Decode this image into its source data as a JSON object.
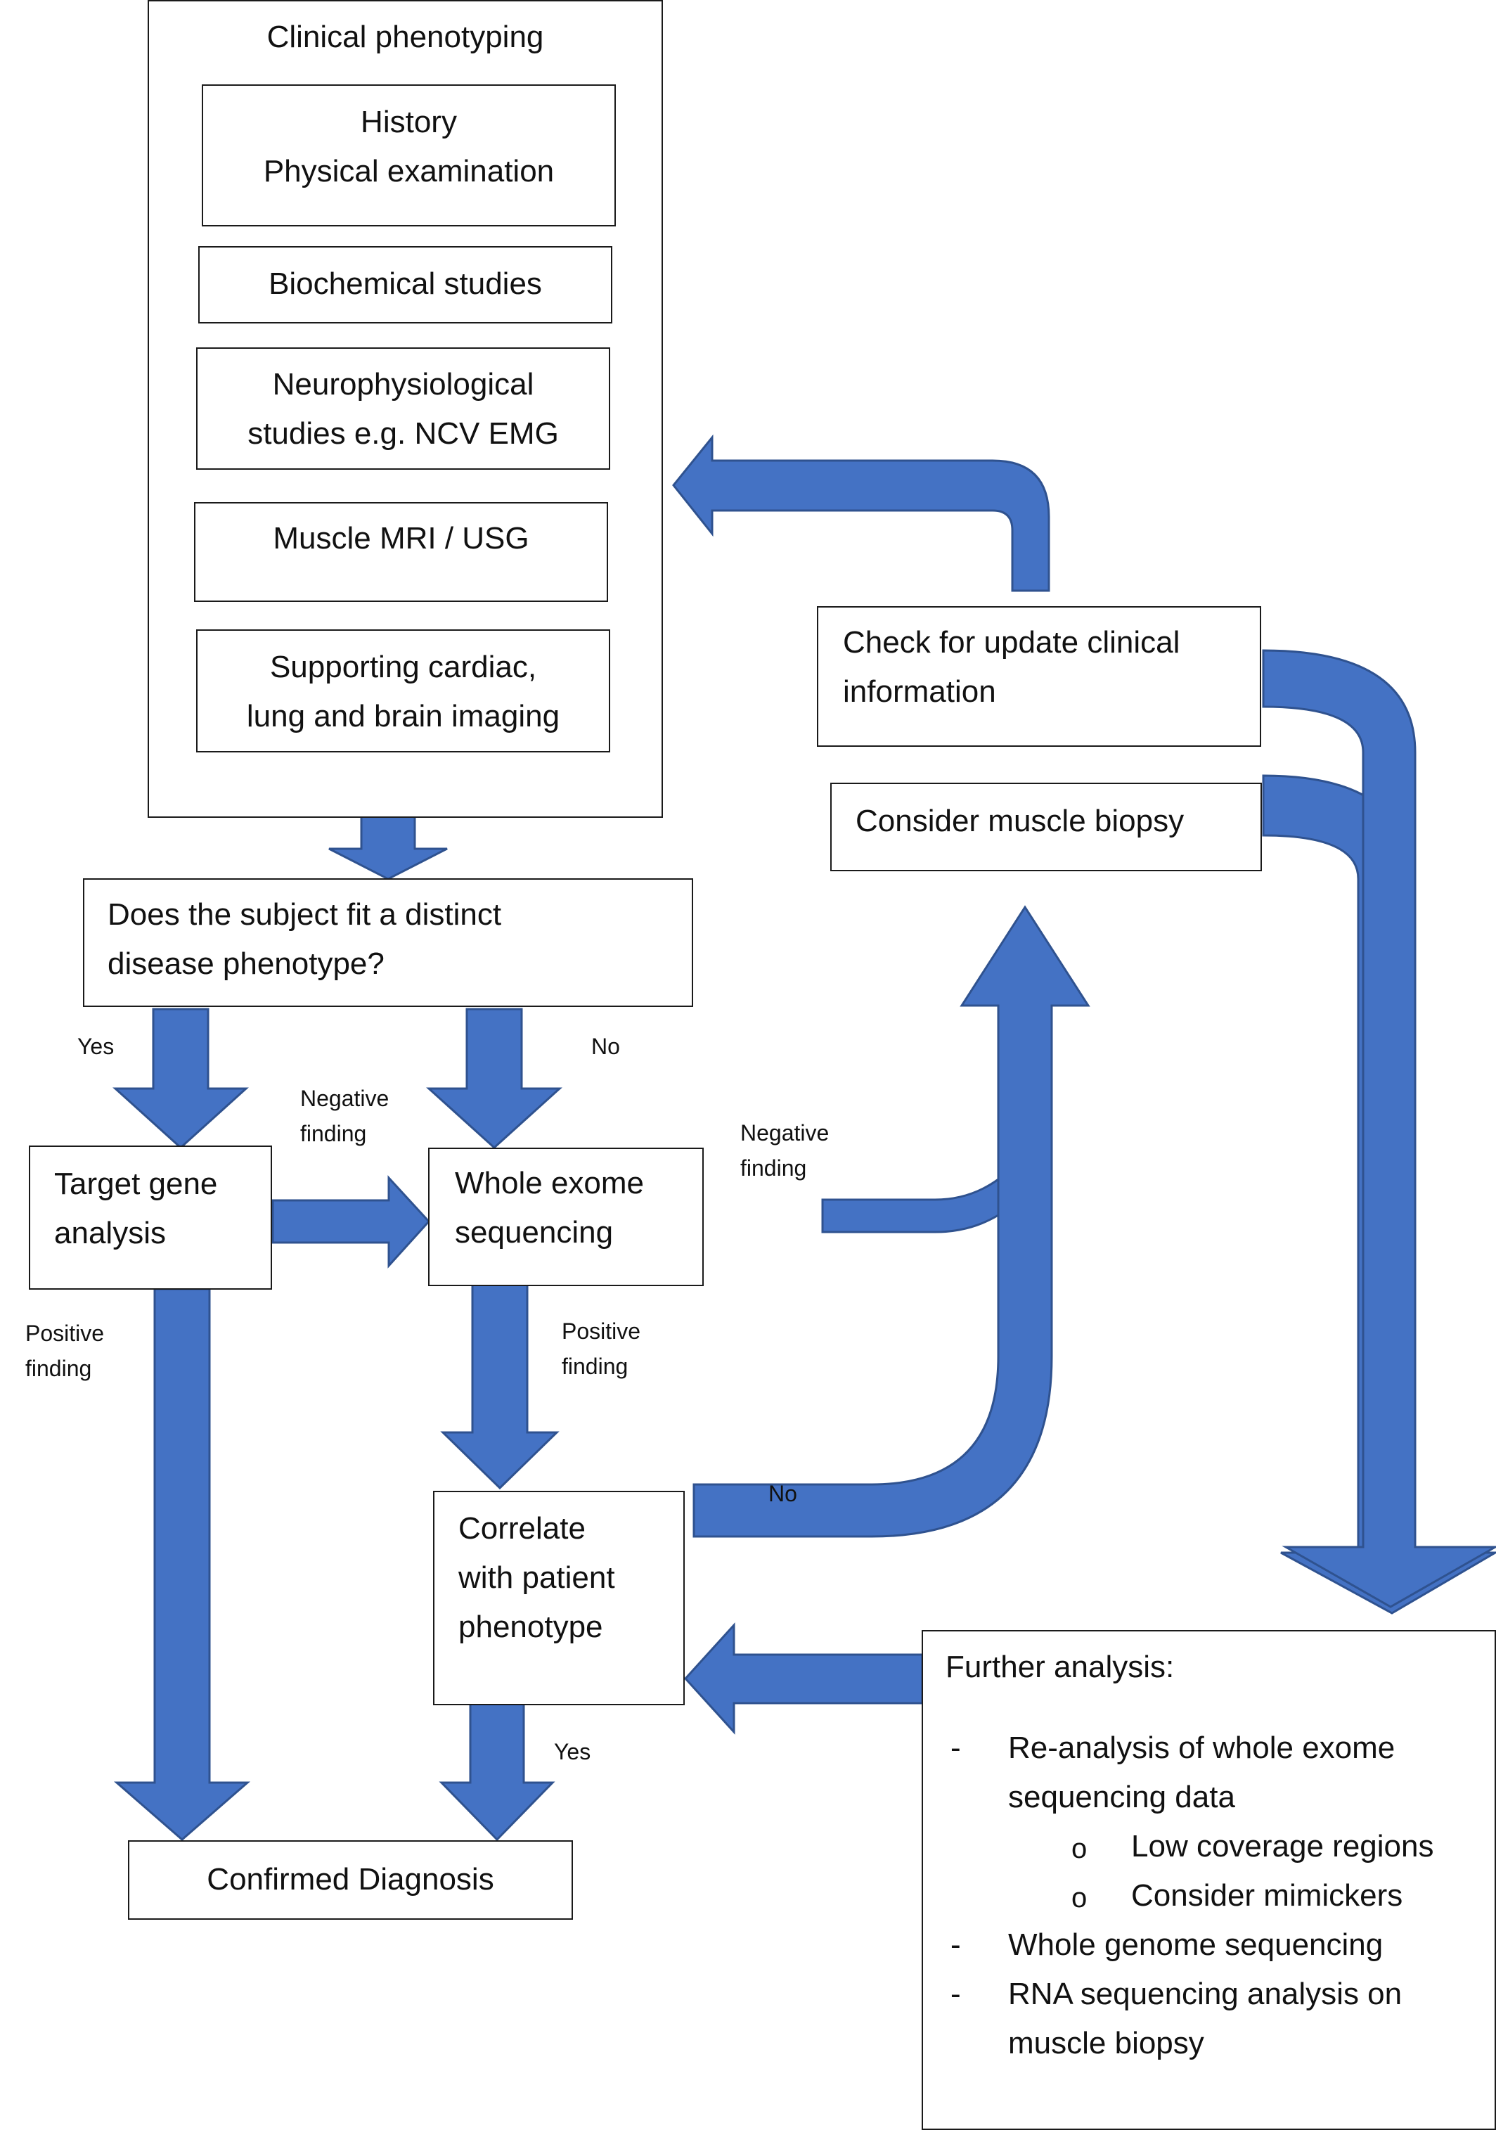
{
  "clinical": {
    "title": "Clinical phenotyping",
    "history_line1": "History",
    "history_line2": "Physical examination",
    "biochemical": "Biochemical studies",
    "neuro_line1": "Neurophysiological",
    "neuro_line2": "studies e.g. NCV EMG",
    "mri": "Muscle MRI / USG",
    "support_line1": "Supporting cardiac,",
    "support_line2": "lung and brain imaging"
  },
  "question": {
    "line1": "Does the subject fit a distinct",
    "line2": "disease phenotype?"
  },
  "target": {
    "line1": "Target gene",
    "line2": "analysis"
  },
  "wes": {
    "line1": "Whole exome",
    "line2": "sequencing"
  },
  "correlate": {
    "line1": "Correlate",
    "line2": "with patient",
    "line3": "phenotype"
  },
  "confirmed": "Confirmed Diagnosis",
  "check": {
    "line1": "Check for update clinical",
    "line2": "information"
  },
  "biopsy": "Consider muscle biopsy",
  "further": {
    "title": "Further analysis:",
    "dash": "-",
    "bullet": "o",
    "reanalysis_line1": "Re-analysis of whole exome",
    "reanalysis_line2": "sequencing data",
    "sub1": "Low coverage regions",
    "sub2": "Consider mimickers",
    "wgs": "Whole genome sequencing",
    "rna_line1": "RNA sequencing analysis on",
    "rna_line2": "muscle biopsy"
  },
  "labels": {
    "yes": "Yes",
    "no": "No",
    "negative_line1": "Negative",
    "negative_line2": "finding",
    "positive_line1": "Positive",
    "positive_line2": "finding"
  },
  "colors": {
    "arrow_fill": "#4472C4",
    "arrow_stroke": "#2F528F",
    "box_border": "#1a1a1a"
  }
}
